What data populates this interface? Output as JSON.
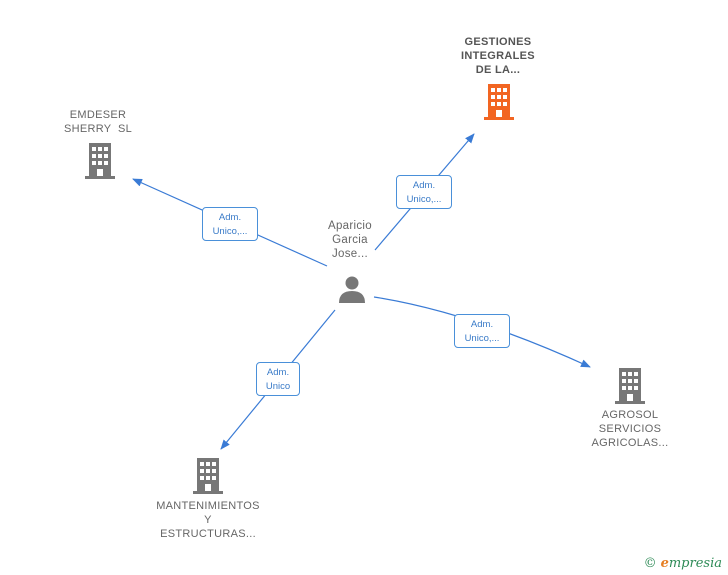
{
  "diagram": {
    "person": {
      "name_lines": [
        "Aparicio",
        "Garcia",
        "Jose..."
      ]
    },
    "companies": [
      {
        "id": "gestiones",
        "lines": [
          "GESTIONES",
          "INTEGRALES",
          "DE LA..."
        ],
        "color": "#f26522"
      },
      {
        "id": "emdeser",
        "lines": [
          "EMDESER",
          "SHERRY  SL"
        ],
        "color": "#777777"
      },
      {
        "id": "agrosol",
        "lines": [
          "AGROSOL",
          "SERVICIOS",
          "AGRICOLAS..."
        ],
        "color": "#777777"
      },
      {
        "id": "mantenimientos",
        "lines": [
          "MANTENIMIENTOS",
          "Y",
          "ESTRUCTURAS..."
        ],
        "color": "#777777"
      }
    ],
    "edges": [
      {
        "to": "gestiones",
        "label_lines": [
          "Adm.",
          "Unico,..."
        ]
      },
      {
        "to": "emdeser",
        "label_lines": [
          "Adm.",
          "Unico,..."
        ]
      },
      {
        "to": "agrosol",
        "label_lines": [
          "Adm.",
          "Unico,..."
        ]
      },
      {
        "to": "mantenimientos",
        "label_lines": [
          "Adm.",
          "Unico"
        ]
      }
    ],
    "edge_color": "#3a7bd5"
  },
  "footer": {
    "copyright_symbol": "©",
    "brand_first": "e",
    "brand_rest": "mpresia"
  }
}
